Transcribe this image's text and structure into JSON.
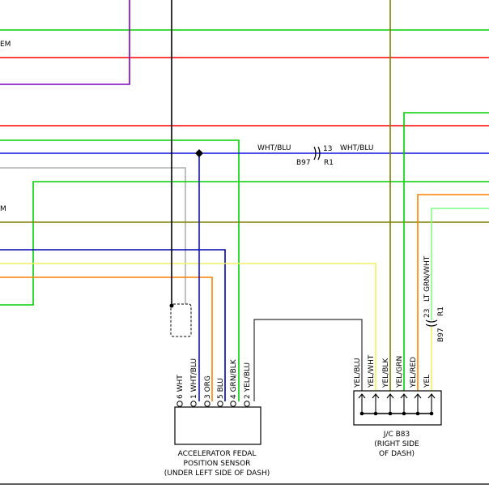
{
  "wire_colors": {
    "green": "#00d000",
    "red": "#ff0000",
    "purple": "#8000c0",
    "black": "#000000",
    "blue": "#1010e0",
    "gray": "#b0b0b0",
    "olive": "#808000",
    "yellow": "#f0f060",
    "orange": "#ff8000",
    "light_green": "#80ff80",
    "dark_blue": "#0000b0"
  },
  "left_fragments": {
    "top": "EM",
    "middle": "M"
  },
  "splice": {
    "wire_left": "WHT/BLU",
    "pin": "13",
    "wire_right": "WHT/BLU",
    "connector": "B97",
    "terminal": "R1"
  },
  "jc_splice": {
    "wire": "LT GRN/WHT",
    "pin": "23",
    "terminal": "R1",
    "connector": "B97"
  },
  "app_sensor": {
    "name_line1": "ACCELERATOR FEDAL",
    "name_line2": "POSITION SENSOR",
    "name_line3": "(UNDER LEFT SIDE OF DASH)",
    "pins": [
      {
        "pin": "6",
        "wire": "WHT"
      },
      {
        "pin": "1",
        "wire": "WHT/BLU"
      },
      {
        "pin": "3",
        "wire": "ORG"
      },
      {
        "pin": "5",
        "wire": "BLU"
      },
      {
        "pin": "4",
        "wire": "GRN/BLK"
      },
      {
        "pin": "2",
        "wire": "YEL/BLU"
      }
    ]
  },
  "junction_connector": {
    "name_line1": "J/C B83",
    "name_line2": "(RIGHT SIDE",
    "name_line3": "OF DASH)",
    "wires": [
      "YEL/BLU",
      "YEL/WHT",
      "YEL/BLK",
      "YEL/GRN",
      "YEL/RED",
      "YEL"
    ]
  }
}
